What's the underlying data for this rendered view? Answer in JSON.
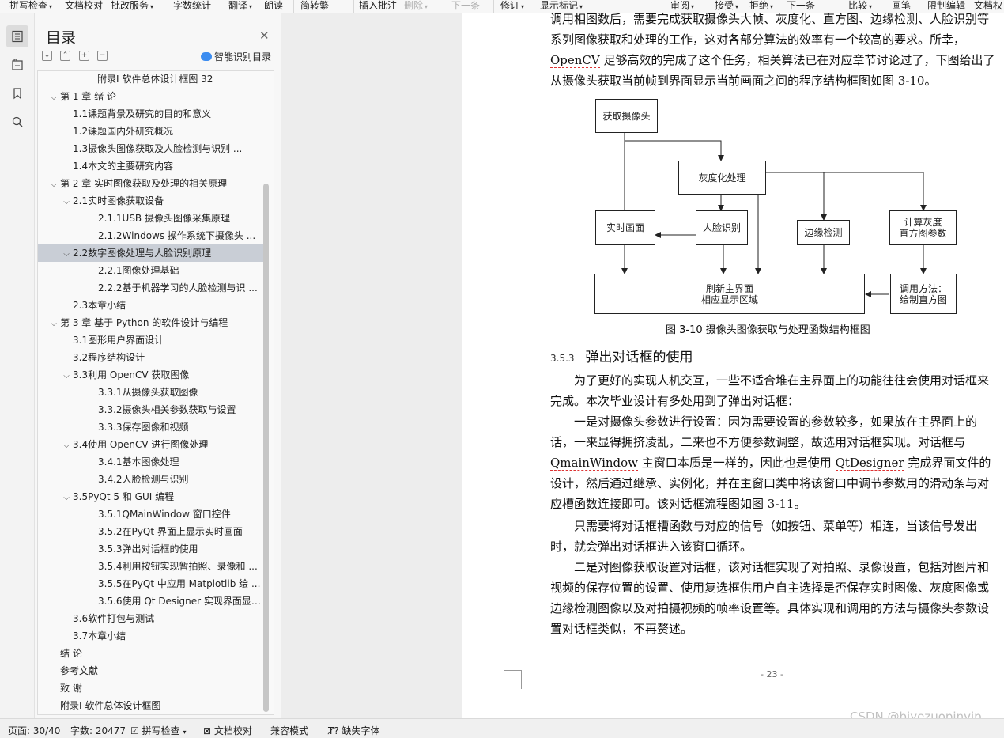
{
  "toolbar": {
    "items": [
      {
        "label": "拼写检查",
        "caret": true,
        "disabled": false
      },
      {
        "label": "文档校对",
        "caret": false,
        "disabled": false
      },
      {
        "label": "批改服务",
        "caret": true,
        "disabled": false
      },
      {
        "label": "字数统计",
        "caret": false,
        "disabled": false
      },
      {
        "label": "翻译",
        "caret": true,
        "disabled": false
      },
      {
        "label": "朗读",
        "caret": false,
        "disabled": false
      },
      {
        "label": "简转繁",
        "caret": false,
        "disabled": false
      },
      {
        "label": "插入批注",
        "caret": false,
        "disabled": false
      },
      {
        "label": "删除",
        "caret": true,
        "disabled": true
      },
      {
        "label": "下一条",
        "caret": false,
        "disabled": true
      },
      {
        "label": "修订",
        "caret": true,
        "disabled": false
      },
      {
        "label": "显示标记",
        "caret": true,
        "disabled": false
      },
      {
        "label": "审阅",
        "caret": true,
        "disabled": false
      },
      {
        "label": "接受",
        "caret": true,
        "disabled": false
      },
      {
        "label": "拒绝",
        "caret": true,
        "disabled": false
      },
      {
        "label": "下一条",
        "caret": false,
        "disabled": false
      },
      {
        "label": "比较",
        "caret": true,
        "disabled": false
      },
      {
        "label": "画笔",
        "caret": false,
        "disabled": false
      },
      {
        "label": "限制编辑",
        "caret": false,
        "disabled": false
      },
      {
        "label": "文档权",
        "caret": false,
        "disabled": false
      }
    ]
  },
  "rail": {
    "icons": [
      "toc-icon",
      "bookmark-panel-icon",
      "bookmark-icon",
      "search-icon"
    ]
  },
  "toc": {
    "title": "目录",
    "smart_label": "智能识别目录",
    "rows": [
      {
        "label": "附录I 软件总体设计框图 32",
        "level": 2,
        "chevron": "",
        "selected": false
      },
      {
        "label": "第 1 章  绪  论",
        "level": 0,
        "chevron": "v",
        "selected": false
      },
      {
        "label": "1.1课题背景及研究的目的和意义",
        "level": 1,
        "chevron": "",
        "selected": false
      },
      {
        "label": "1.2课题国内外研究概况",
        "level": 1,
        "chevron": "",
        "selected": false
      },
      {
        "label": "1.3摄像头图像获取及人脸检测与识别 ...",
        "level": 1,
        "chevron": "",
        "selected": false
      },
      {
        "label": "1.4本文的主要研究内容",
        "level": 1,
        "chevron": "",
        "selected": false
      },
      {
        "label": "第 2 章  实时图像获取及处理的相关原理",
        "level": 0,
        "chevron": "v",
        "selected": false
      },
      {
        "label": "2.1实时图像获取设备",
        "level": 1,
        "chevron": "v",
        "selected": false
      },
      {
        "label": "2.1.1USB 摄像头图像采集原理",
        "level": 2,
        "chevron": "",
        "selected": false
      },
      {
        "label": "2.1.2Windows 操作系统下摄像头 ...",
        "level": 2,
        "chevron": "",
        "selected": false
      },
      {
        "label": "2.2数字图像处理与人脸识别原理",
        "level": 1,
        "chevron": "v",
        "selected": true
      },
      {
        "label": "2.2.1图像处理基础",
        "level": 2,
        "chevron": "",
        "selected": false
      },
      {
        "label": "2.2.2基于机器学习的人脸检测与识 ...",
        "level": 2,
        "chevron": "",
        "selected": false
      },
      {
        "label": "2.3本章小结",
        "level": 1,
        "chevron": "",
        "selected": false
      },
      {
        "label": "第 3 章  基于 Python 的软件设计与编程",
        "level": 0,
        "chevron": "v",
        "selected": false
      },
      {
        "label": "3.1图形用户界面设计",
        "level": 1,
        "chevron": "",
        "selected": false
      },
      {
        "label": "3.2程序结构设计",
        "level": 1,
        "chevron": "",
        "selected": false
      },
      {
        "label": "3.3利用 OpenCV 获取图像",
        "level": 1,
        "chevron": "v",
        "selected": false
      },
      {
        "label": "3.3.1从摄像头获取图像",
        "level": 2,
        "chevron": "",
        "selected": false
      },
      {
        "label": "3.3.2摄像头相关参数获取与设置",
        "level": 2,
        "chevron": "",
        "selected": false
      },
      {
        "label": "3.3.3保存图像和视频",
        "level": 2,
        "chevron": "",
        "selected": false
      },
      {
        "label": "3.4使用 OpenCV 进行图像处理",
        "level": 1,
        "chevron": "v",
        "selected": false
      },
      {
        "label": "3.4.1基本图像处理",
        "level": 2,
        "chevron": "",
        "selected": false
      },
      {
        "label": "3.4.2人脸检测与识别",
        "level": 2,
        "chevron": "",
        "selected": false
      },
      {
        "label": "3.5PyQt 5 和 GUI 编程",
        "level": 1,
        "chevron": "v",
        "selected": false
      },
      {
        "label": "3.5.1QMainWindow 窗口控件",
        "level": 2,
        "chevron": "",
        "selected": false
      },
      {
        "label": "3.5.2在PyQt 界面上显示实时画面",
        "level": 2,
        "chevron": "",
        "selected": false
      },
      {
        "label": "3.5.3弹出对话框的使用",
        "level": 2,
        "chevron": "",
        "selected": false
      },
      {
        "label": "3.5.4利用按钮实现暂拍照、录像和 ...",
        "level": 2,
        "chevron": "",
        "selected": false
      },
      {
        "label": "3.5.5在PyQt 中应用 Matplotlib 绘 ...",
        "level": 2,
        "chevron": "",
        "selected": false
      },
      {
        "label": "3.5.6使用 Qt Designer 实现界面显 ...",
        "level": 2,
        "chevron": "",
        "selected": false
      },
      {
        "label": "3.6软件打包与测试",
        "level": 1,
        "chevron": "",
        "selected": false
      },
      {
        "label": "3.7本章小结",
        "level": 1,
        "chevron": "",
        "selected": false
      },
      {
        "label": "结  论",
        "level": 0,
        "chevron": "",
        "selected": false
      },
      {
        "label": "参考文献",
        "level": 0,
        "chevron": "",
        "selected": false
      },
      {
        "label": "致  谢",
        "level": 0,
        "chevron": "",
        "selected": false
      },
      {
        "label": "附录I 软件总体设计框图",
        "level": 0,
        "chevron": "",
        "selected": false
      }
    ]
  },
  "document": {
    "top_partial": "调用相图数后，需要完成获取摄像头大帧、灰度化、直方图、边缘检测、人脸识别等",
    "p_intro_1": "系列图像获取和处理的工作，这对各部分算法的效率有一个较高的要求。所幸，",
    "p_intro_opencv": "OpenCV",
    "p_intro_2": " 足够高效的完成了这个任务，相关算法已在对应章节讨论过了，下图给出了从摄像头获取当前帧到界面显示当前画面之间的程序结构框图如图 3-10。",
    "diagram": {
      "box_camera": "获取摄像头",
      "box_gray": "灰度化处理",
      "box_live": "实时画面",
      "box_face": "人脸识别",
      "box_edge": "边缘检测",
      "box_hist_calc": "计算灰度\n直方图参数",
      "box_refresh": "刷新主界面\n相应显示区域",
      "box_draw": "调用方法：\n绘制直方图"
    },
    "caption": "图 3-10 摄像头图像获取与处理函数结构框图",
    "section_num": "3.5.3",
    "section_title": "弹出对话框的使用",
    "p1": "为了更好的实现人机交互，一些不适合堆在主界面上的功能往往会使用对话框来完成。本次毕业设计有多处用到了弹出对话框：",
    "p2_a": "一是对摄像头参数进行设置：因为需要设置的参数较多，如果放在主界面上的话，一来显得拥挤凌乱，二来也不方便参数调整，故选用对话框实现。对话框与 ",
    "p2_qmain": "QmainWindow",
    "p2_b": " 主窗口本质是一样的，因此也是使用 ",
    "p2_qt": "QtDesigner",
    "p2_c": " 完成界面文件的设计，然后通过继承、实例化，并在主窗口类中将该窗口中调节参数用的滑动条与对应槽函数连接即可。该对话框流程图如图 3-11。",
    "p3": "只需要将对话框槽函数与对应的信号（如按钮、菜单等）相连，当该信号发出时，就会弹出对话框进入该窗口循环。",
    "p4": "二是对图像获取设置对话框，该对话框实现了对拍照、录像设置，包括对图片和视频的保存位置的设置、使用复选框供用户自主选择是否保存实时图像、灰度图像或边缘检测图像以及对拍摄视频的帧率设置等。具体实现和调用的方法与摄像头参数设置对话框类似，不再赘述。",
    "page_number": "- 23 -"
  },
  "status": {
    "page": "页面: 30/40",
    "words": "字数: 20477",
    "spell": "拼写检查",
    "proof": "文档校对",
    "compat": "兼容模式",
    "missing_font": "缺失字体"
  },
  "watermark": "CSDN @biyezuopinvip"
}
